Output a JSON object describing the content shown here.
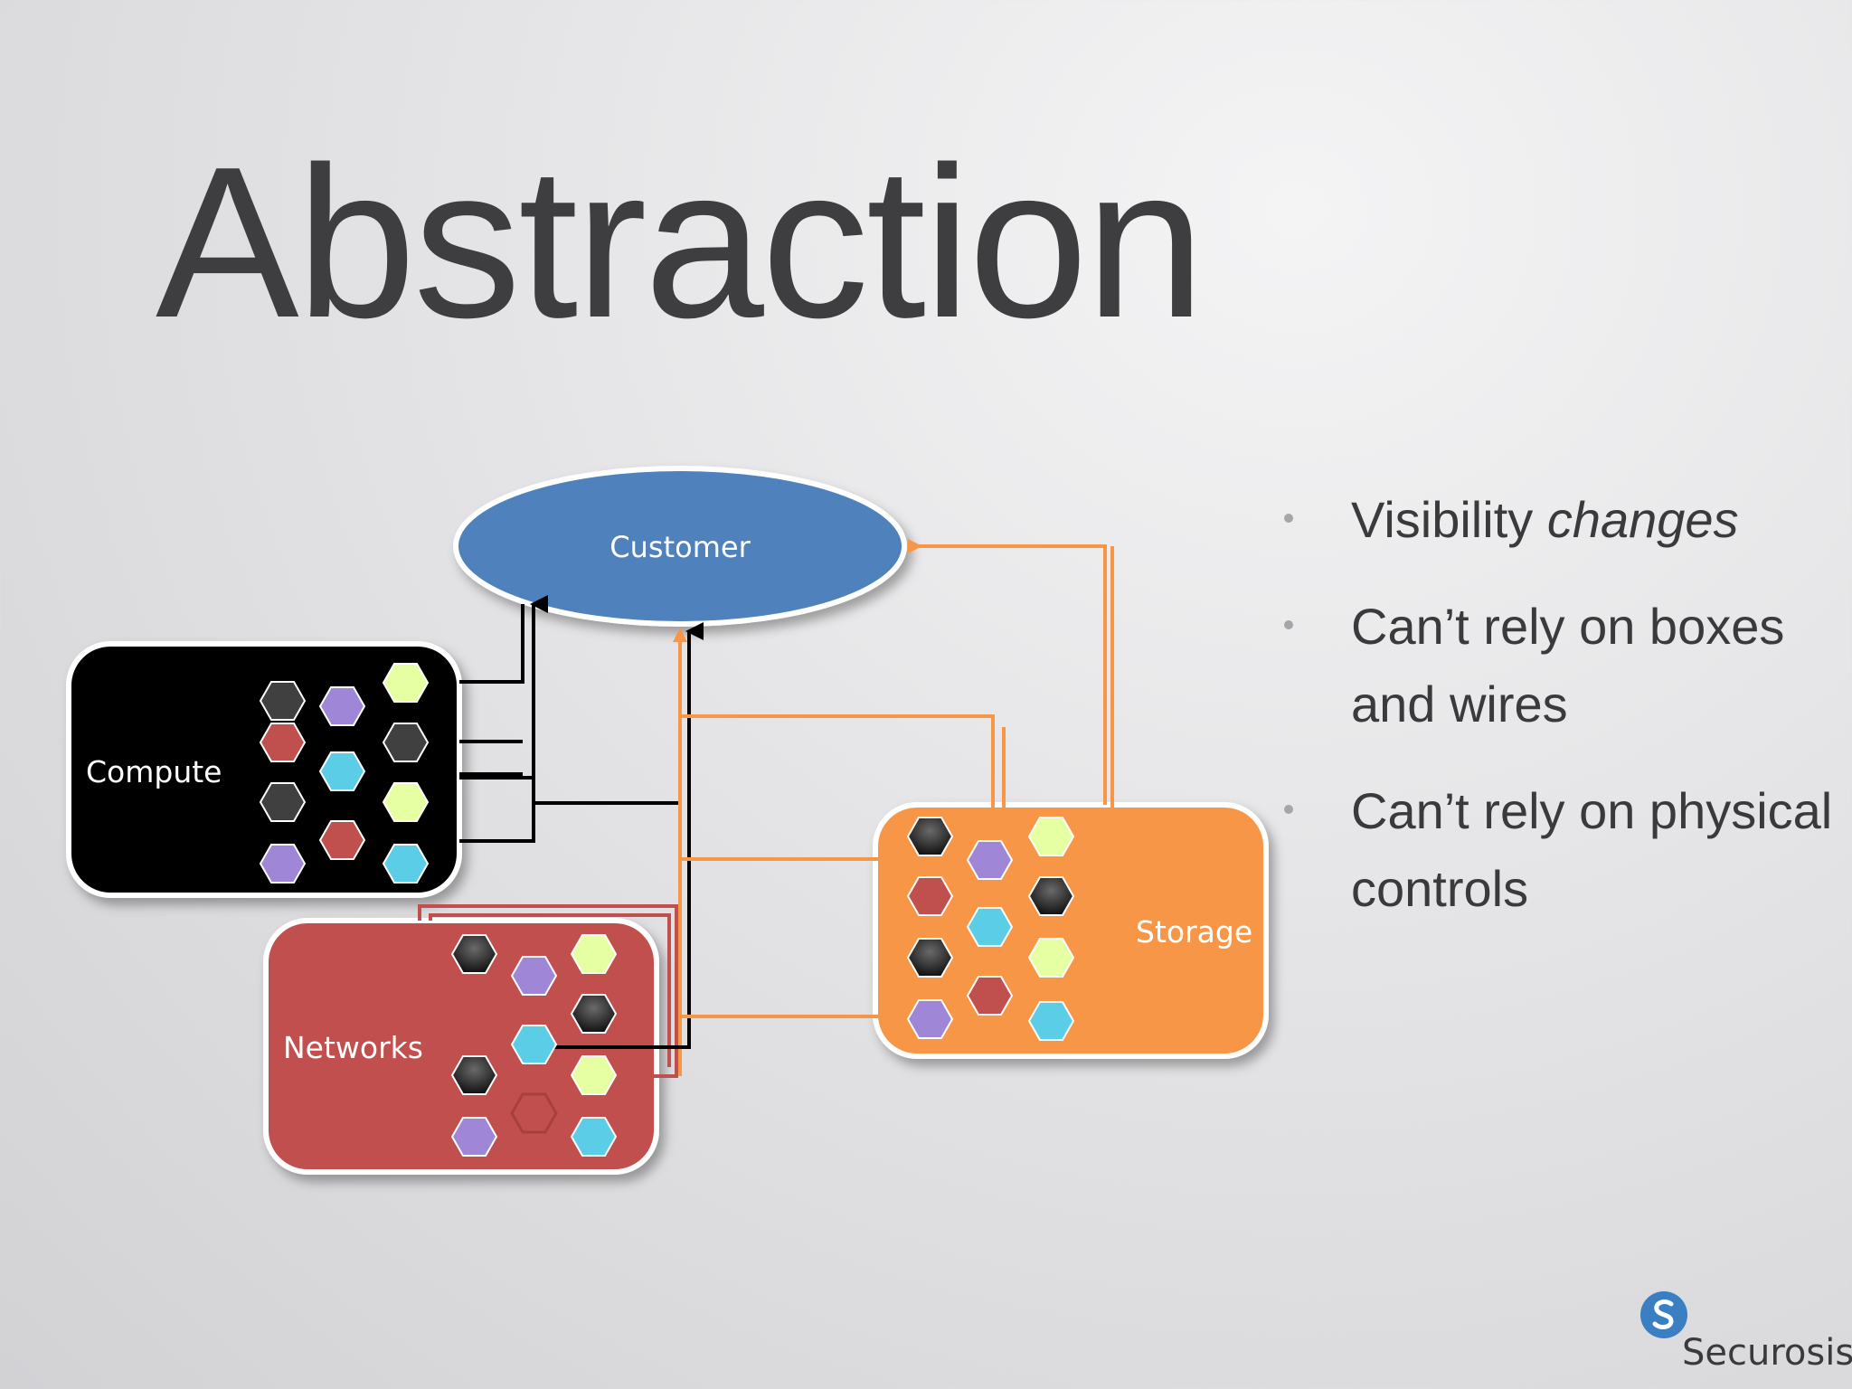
{
  "slide": {
    "title": "Abstraction"
  },
  "diagram": {
    "customer_label": "Customer",
    "compute_label": "Compute",
    "networks_label": "Networks",
    "storage_label": "Storage"
  },
  "bullets": [
    {
      "text": "Visibility ",
      "emphasis": "changes"
    },
    {
      "text": "Can’t rely on boxes and wires",
      "emphasis": ""
    },
    {
      "text": "Can’t rely on physical controls",
      "emphasis": ""
    }
  ],
  "logo": {
    "text": "Securosis"
  },
  "colors": {
    "customer": "#4f81bd",
    "compute": "#000000",
    "networks": "#c0504d",
    "storage": "#f79646",
    "hex_black": "#1f1f1f",
    "hex_purple": "#9f86d6",
    "hex_green": "#e6ffa3",
    "hex_red": "#c0504d",
    "hex_cyan": "#5ccde6",
    "hex_gray": "#404040",
    "brand": "#3a7fc1"
  }
}
